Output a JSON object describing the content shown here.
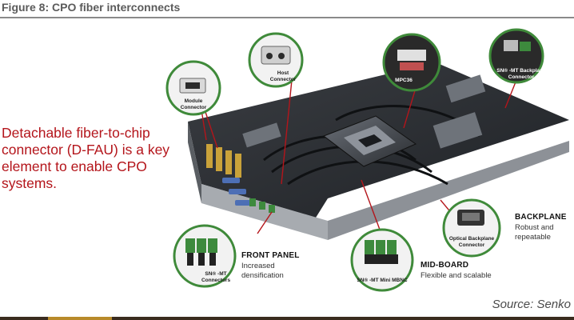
{
  "figure_title": "Figure 8: CPO fiber interconnects",
  "callout_text": "Detachable fiber-to-chip connector (D-FAU) is a key element to enable CPO systems.",
  "source": "Source: Senko",
  "bubbles": {
    "module_connector": "Module\nConnector",
    "host_connector": "Host\nConnector",
    "mpc36": "MPC36",
    "sn_mt_backplane": "SN®-MT Backplane\nConnector",
    "sn_mt_connectors": "SN®-MT\nConnectors",
    "sn_mt_minimbnc": "SN®-MT Mini MBNC",
    "optical_backplane": "Optical Backplane\nConnector"
  },
  "sections": {
    "front_panel": {
      "label": "FRONT PANEL",
      "desc": "Increased densification"
    },
    "mid_board": {
      "label": "MID-BOARD",
      "desc": "Flexible and scalable"
    },
    "backplane": {
      "label": "BACKPLANE",
      "desc": "Robust and repeatable"
    }
  },
  "colors": {
    "accent_red": "#b4151b",
    "bubble_ring": "#3f8a3a",
    "chassis": "#2b2e33"
  }
}
